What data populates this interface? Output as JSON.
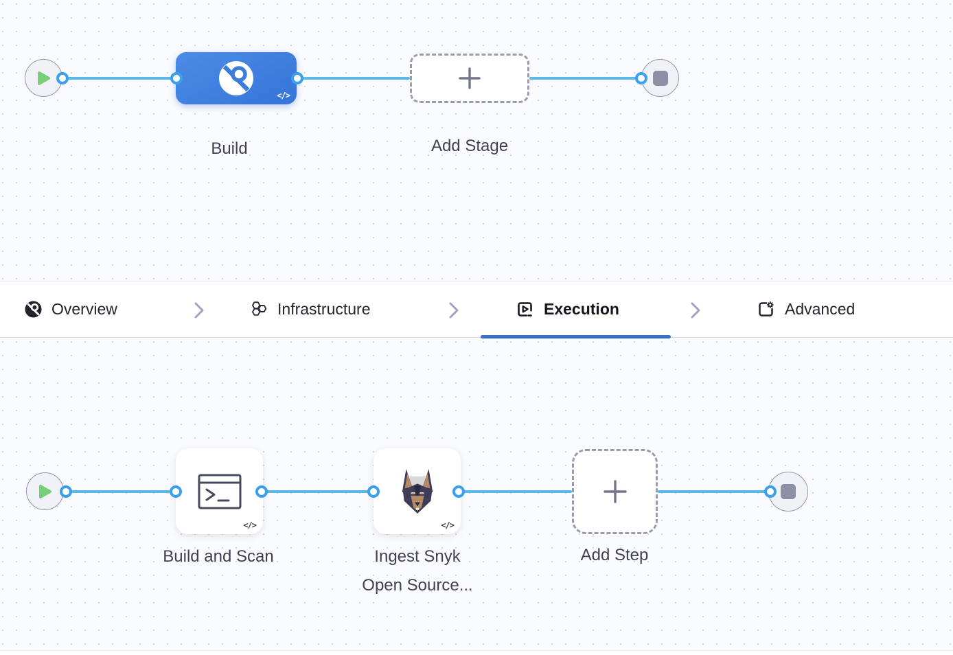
{
  "app": {
    "description": "CI pipeline editor canvas with stage graph, config tab strip, and execution step graph"
  },
  "colors": {
    "canvas_bg": "#fafbfe",
    "dot": "#d5d7e0",
    "edge_blue": "#5cb7e9",
    "port_ring": "#3da0ec",
    "stage_blue": "#3b7ddc",
    "active_tab_underline": "#3a70ca",
    "node_gray": "#8d8fa4",
    "play_green": "#79cf78",
    "label_text": "#3f4152"
  },
  "stage_pipeline": {
    "start_node": {
      "icon": "play-icon"
    },
    "stages": [
      {
        "label": "Build",
        "icon": "ci-stage-icon",
        "badge": "</>",
        "selected": true
      },
      {
        "label": "Add Stage",
        "icon": "plus-icon"
      }
    ],
    "end_node": {
      "icon": "stop-icon"
    }
  },
  "tabs": {
    "items": [
      {
        "label": "Overview",
        "icon": "ci-overview-icon",
        "active": false
      },
      {
        "label": "Infrastructure",
        "icon": "hexagons-icon",
        "active": false
      },
      {
        "label": "Execution",
        "icon": "play-box-icon",
        "active": true
      },
      {
        "label": "Advanced",
        "icon": "gear-box-icon",
        "active": false
      }
    ]
  },
  "execution_pipeline": {
    "start_node": {
      "icon": "play-icon"
    },
    "steps": [
      {
        "label": "Build and Scan",
        "icon": "terminal-icon",
        "badge": "</>"
      },
      {
        "label_line1": "Ingest Snyk",
        "label_line2": "Open Source...",
        "icon": "snyk-doberman-icon",
        "badge": "</>"
      },
      {
        "label": "Add Step",
        "icon": "plus-icon"
      }
    ],
    "end_node": {
      "icon": "stop-icon"
    }
  }
}
